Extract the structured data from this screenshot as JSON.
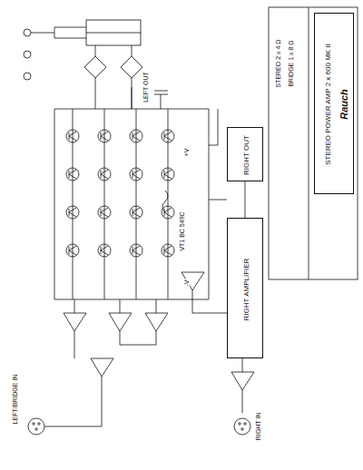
{
  "diagram": {
    "nodes": [
      {
        "text": [
          "STEREO POWER AMP 2 x 600 MK II",
          "Rauch"
        ]
      },
      {
        "text": [
          "RIGHT AMPLIFIER"
        ]
      },
      {
        "text": [
          "RIGHT OUT"
        ]
      }
    ],
    "edges": [
      {
        "from": 1,
        "to": 2,
        "arrow": "none"
      }
    ],
    "labels": [
      "LEFT/BRIDGE IN",
      "RIGHT IN",
      "LEFT OUT",
      "+V",
      "-V",
      "VT1 BC 549C",
      "STEREO 2 x 4 Ω",
      "BRIDGE 1 x 8 Ω"
    ]
  }
}
